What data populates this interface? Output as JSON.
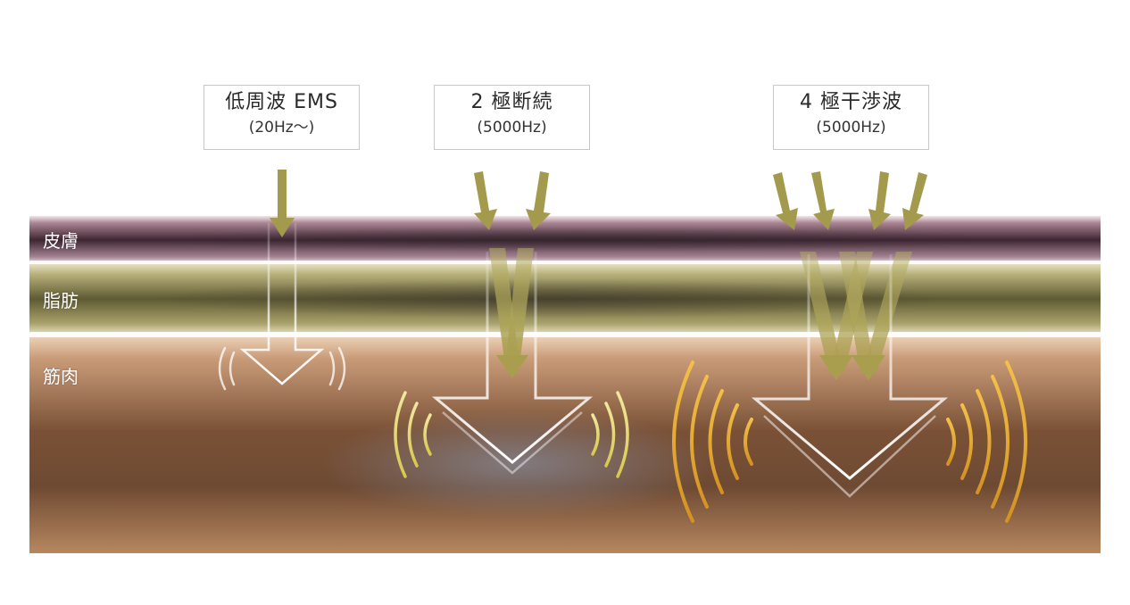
{
  "modes": [
    {
      "title": "低周波 EMS",
      "subtitle": "(20Hz〜)"
    },
    {
      "title": "2 極断続",
      "subtitle": "(5000Hz)"
    },
    {
      "title": "4 極干渉波",
      "subtitle": "(5000Hz)"
    }
  ],
  "layers": {
    "skin": "皮膚",
    "fat": "脂肪",
    "muscle": "筋肉"
  },
  "colors": {
    "skin_band": "#4a2f3b",
    "fat_band": "#6f6b3c",
    "muscle_band": "#8a5a38",
    "incoming_arrow": "#a39a4e",
    "wave_light": "#e6d67a",
    "wave_gold": "#e0a632",
    "outline_arrow": "#ffffff"
  }
}
